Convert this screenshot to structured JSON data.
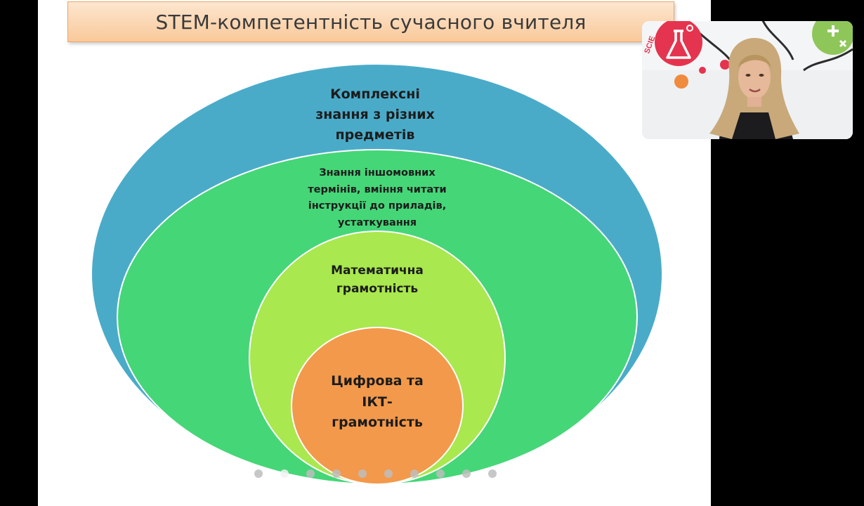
{
  "slide": {
    "title": "STEM-компетентність сучасного вчителя",
    "rings": [
      {
        "lines": [
          "Комплексні",
          "знання з різних",
          "предметів"
        ],
        "color": "#4aabc9"
      },
      {
        "lines": [
          "Знання іншомовних",
          "термінів, вміння читати",
          "інструкції до приладів,",
          "устаткування"
        ],
        "color": "#45d678"
      },
      {
        "lines": [
          "Математична",
          "грамотність"
        ],
        "color": "#a9e84e"
      },
      {
        "lines": [
          "Цифрова та",
          "ІКТ-",
          "грамотність"
        ],
        "color": "#f3994b"
      }
    ]
  },
  "navigation": {
    "dot_count": 10,
    "active_index": 1
  },
  "webcam": {
    "sign_text": "SCIE",
    "icons": [
      "flask-icon",
      "math-plus-icon"
    ],
    "accent_colors": [
      "#e5344f",
      "#8fc65a"
    ]
  }
}
